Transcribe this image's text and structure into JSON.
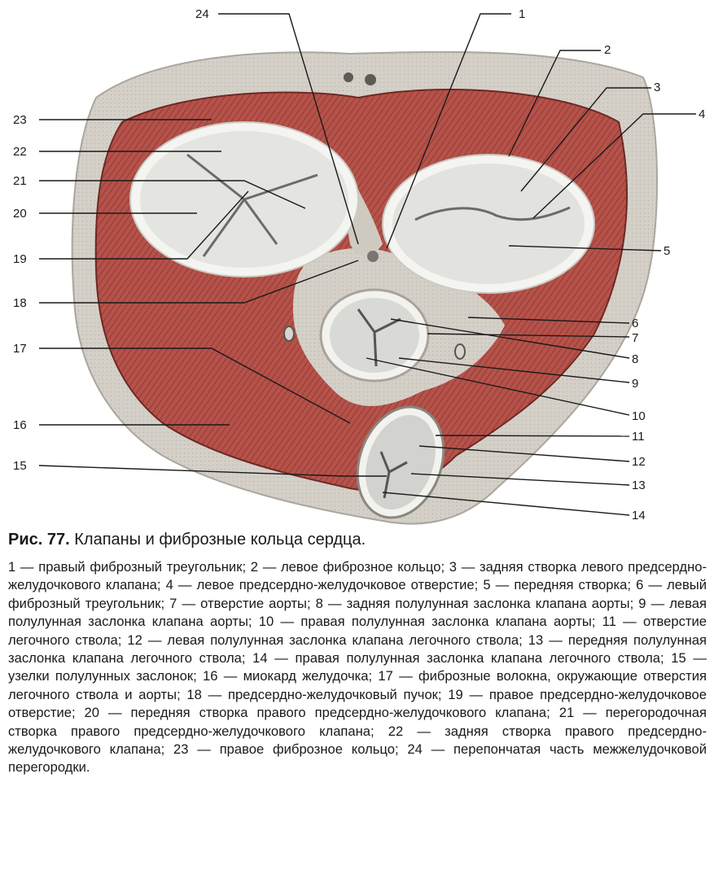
{
  "figure": {
    "labels": [
      {
        "id": "1",
        "text": "1"
      },
      {
        "id": "2",
        "text": "2"
      },
      {
        "id": "3",
        "text": "3"
      },
      {
        "id": "4",
        "text": "4"
      },
      {
        "id": "5",
        "text": "5"
      },
      {
        "id": "6",
        "text": "6"
      },
      {
        "id": "7",
        "text": "7"
      },
      {
        "id": "8",
        "text": "8"
      },
      {
        "id": "9",
        "text": "9"
      },
      {
        "id": "10",
        "text": "10"
      },
      {
        "id": "11",
        "text": "11"
      },
      {
        "id": "12",
        "text": "12"
      },
      {
        "id": "13",
        "text": "13"
      },
      {
        "id": "14",
        "text": "14"
      },
      {
        "id": "15",
        "text": "15"
      },
      {
        "id": "16",
        "text": "16"
      },
      {
        "id": "17",
        "text": "17"
      },
      {
        "id": "18",
        "text": "18"
      },
      {
        "id": "19",
        "text": "19"
      },
      {
        "id": "20",
        "text": "20"
      },
      {
        "id": "21",
        "text": "21"
      },
      {
        "id": "22",
        "text": "22"
      },
      {
        "id": "23",
        "text": "23"
      },
      {
        "id": "24",
        "text": "24"
      }
    ],
    "colors": {
      "myocardium": "#b5524a",
      "myocardium_dark": "#7e2f2a",
      "fibrous_tissue": "#d4d0c8",
      "valve": "#e4e4e0",
      "ring": "#f4f4f0"
    }
  },
  "caption": {
    "title_bold": "Рис. 77.",
    "title_rest": " Клапаны и фиброзные кольца сердца.",
    "legend": "1 — правый фиброзный треугольник; 2 — левое фиброзное кольцо; 3 — задняя створка левого предсердно-желудочкового клапана; 4 — левое предсердно-желудочковое отверстие; 5 — передняя створка; 6 — левый фиброзный треугольник; 7 — отверстие аорты; 8 — задняя полулунная заслонка клапана аорты; 9 — левая полулунная заслонка клапана аорты; 10 — правая полулунная заслонка клапана аорты; 11 — отверстие легочного ствола; 12 — левая полулунная заслонка клапана легочного ствола; 13 — передняя полулунная заслонка клапана легочного ствола; 14 — правая полулунная заслонка клапана легочного ствола; 15 — узелки полулунных заслонок; 16 — миокард желудочка; 17 — фиброзные волокна, окружающие отверстия легочного ствола и аорты; 18 — предсердно-желудочковый пучок; 19 — правое предсердно-желудочковое отверстие; 20 — передняя створка правого предсердно-желудочкового клапана; 21 — перегородочная створка правого предсердно-желудочкового клапана; 22 — задняя створка правого предсердно-желудочкового клапана; 23 — правое фиброзное кольцо; 24 — перепончатая часть межжелудочковой перегородки."
  }
}
